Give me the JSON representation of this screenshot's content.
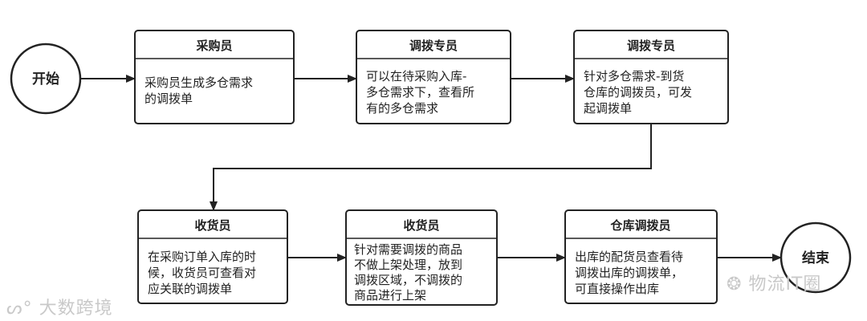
{
  "start_label": "开始",
  "end_label": "结束",
  "boxes": [
    {
      "title": "采购员",
      "lines": [
        "采购员生成多仓需求",
        "的调拨单"
      ]
    },
    {
      "title": "调拨专员",
      "lines": [
        "可以在待采购入库-",
        "多仓需求下，查看所",
        "有的多仓需求"
      ]
    },
    {
      "title": "调拨专员",
      "lines": [
        "针对多仓需求-到货",
        "仓库的调拨员，可发",
        "起调拨单"
      ]
    },
    {
      "title": "收货员",
      "lines": [
        "在采购订单入库的时",
        "候，收货员可查看对",
        "应关联的调拨单"
      ]
    },
    {
      "title": "收货员",
      "lines": [
        "针对需要调拨的商品",
        "不做上架处理，放到",
        "调拨区域，不调拨的",
        "商品进行上架"
      ]
    },
    {
      "title": "仓库调拨员",
      "lines": [
        "出库的配货员查看待",
        "调拨出库的调拨单，",
        "可直接操作出库"
      ]
    }
  ],
  "watermark_left": "大数跨境",
  "watermark_right": "物流IT圈",
  "colors": {
    "stroke": "#222222",
    "text": "#222222",
    "watermark": "#c9c9c9"
  }
}
